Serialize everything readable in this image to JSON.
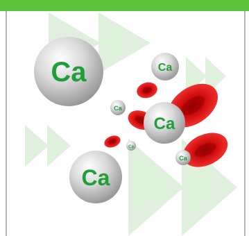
{
  "illustration": {
    "element_symbol": "Ca",
    "colors": {
      "top_bar": "#5cc23a",
      "frame": "#9a9a9a",
      "arrows": "#dff1dc",
      "symbol_text": "#1f9e3a",
      "sphere": "#c8c8c8",
      "blood_cell": "#d81818"
    },
    "icons": [
      "calcium-sphere",
      "red-blood-cell",
      "chevron-arrow"
    ]
  }
}
